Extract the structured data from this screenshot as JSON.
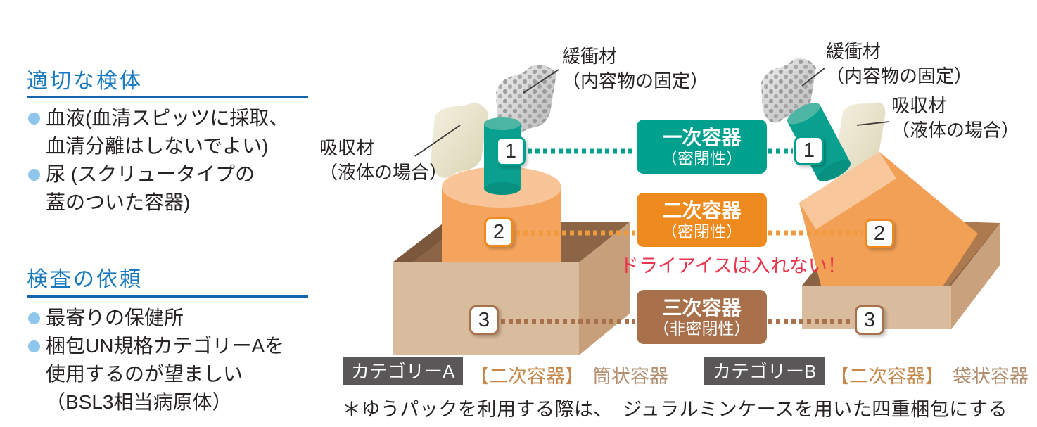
{
  "left_panel": {
    "section1": {
      "title": "適切な検体",
      "bullets": [
        {
          "lines": [
            "血液(血清スピッツに採取、",
            "血清分離はしないでよい)"
          ]
        },
        {
          "lines": [
            "尿 (スクリュータイプの",
            "蓋のついた容器)"
          ]
        }
      ]
    },
    "section2": {
      "title": "検査の依頼",
      "bullets": [
        {
          "lines": [
            "最寄りの保健所"
          ]
        },
        {
          "lines": [
            "梱包UN規格カテゴリーAを",
            "使用するのが望ましい",
            "（BSL3相当病原体）"
          ]
        }
      ]
    }
  },
  "diagram": {
    "annotations": {
      "cushion_left": {
        "line1": "緩衝材",
        "line2": "（内容物の固定）"
      },
      "cushion_right": {
        "line1": "緩衝材",
        "line2": "（内容物の固定）"
      },
      "absorbent_left": {
        "line1": "吸収材",
        "line2": "（液体の場合）"
      },
      "absorbent_right": {
        "line1": "吸収材",
        "line2": "（液体の場合）"
      }
    },
    "containers": [
      {
        "number": "1",
        "label": "一次容器",
        "sub": "（密閉性）",
        "color": "#00a08e"
      },
      {
        "number": "2",
        "label": "二次容器",
        "sub": "（密閉性）",
        "color": "#ef8a1f"
      },
      {
        "number": "3",
        "label": "三次容器",
        "sub": "（非密閉性）",
        "color": "#a9714b"
      }
    ],
    "warning": "ドライアイスは入れない！"
  },
  "footer": {
    "category_a": {
      "badge": "カテゴリーA",
      "bracket": "【二次容器】",
      "type": "筒状容器"
    },
    "category_b": {
      "badge": "カテゴリーB",
      "bracket": "【二次容器】",
      "type": "袋状容器"
    },
    "note": "＊ゆうパックを利用する際は、　ジュラルミンケースを用いた四重梱包にする"
  },
  "colors": {
    "heading_blue": "#1879c0",
    "rule_blue": "#1565ae",
    "bullet_blue": "#8ec6ec",
    "teal": "#00a08e",
    "orange": "#ef8a1f",
    "brown": "#a9714b",
    "warning_red": "#e8364e",
    "category_bg": "#595757",
    "text": "#272323"
  }
}
